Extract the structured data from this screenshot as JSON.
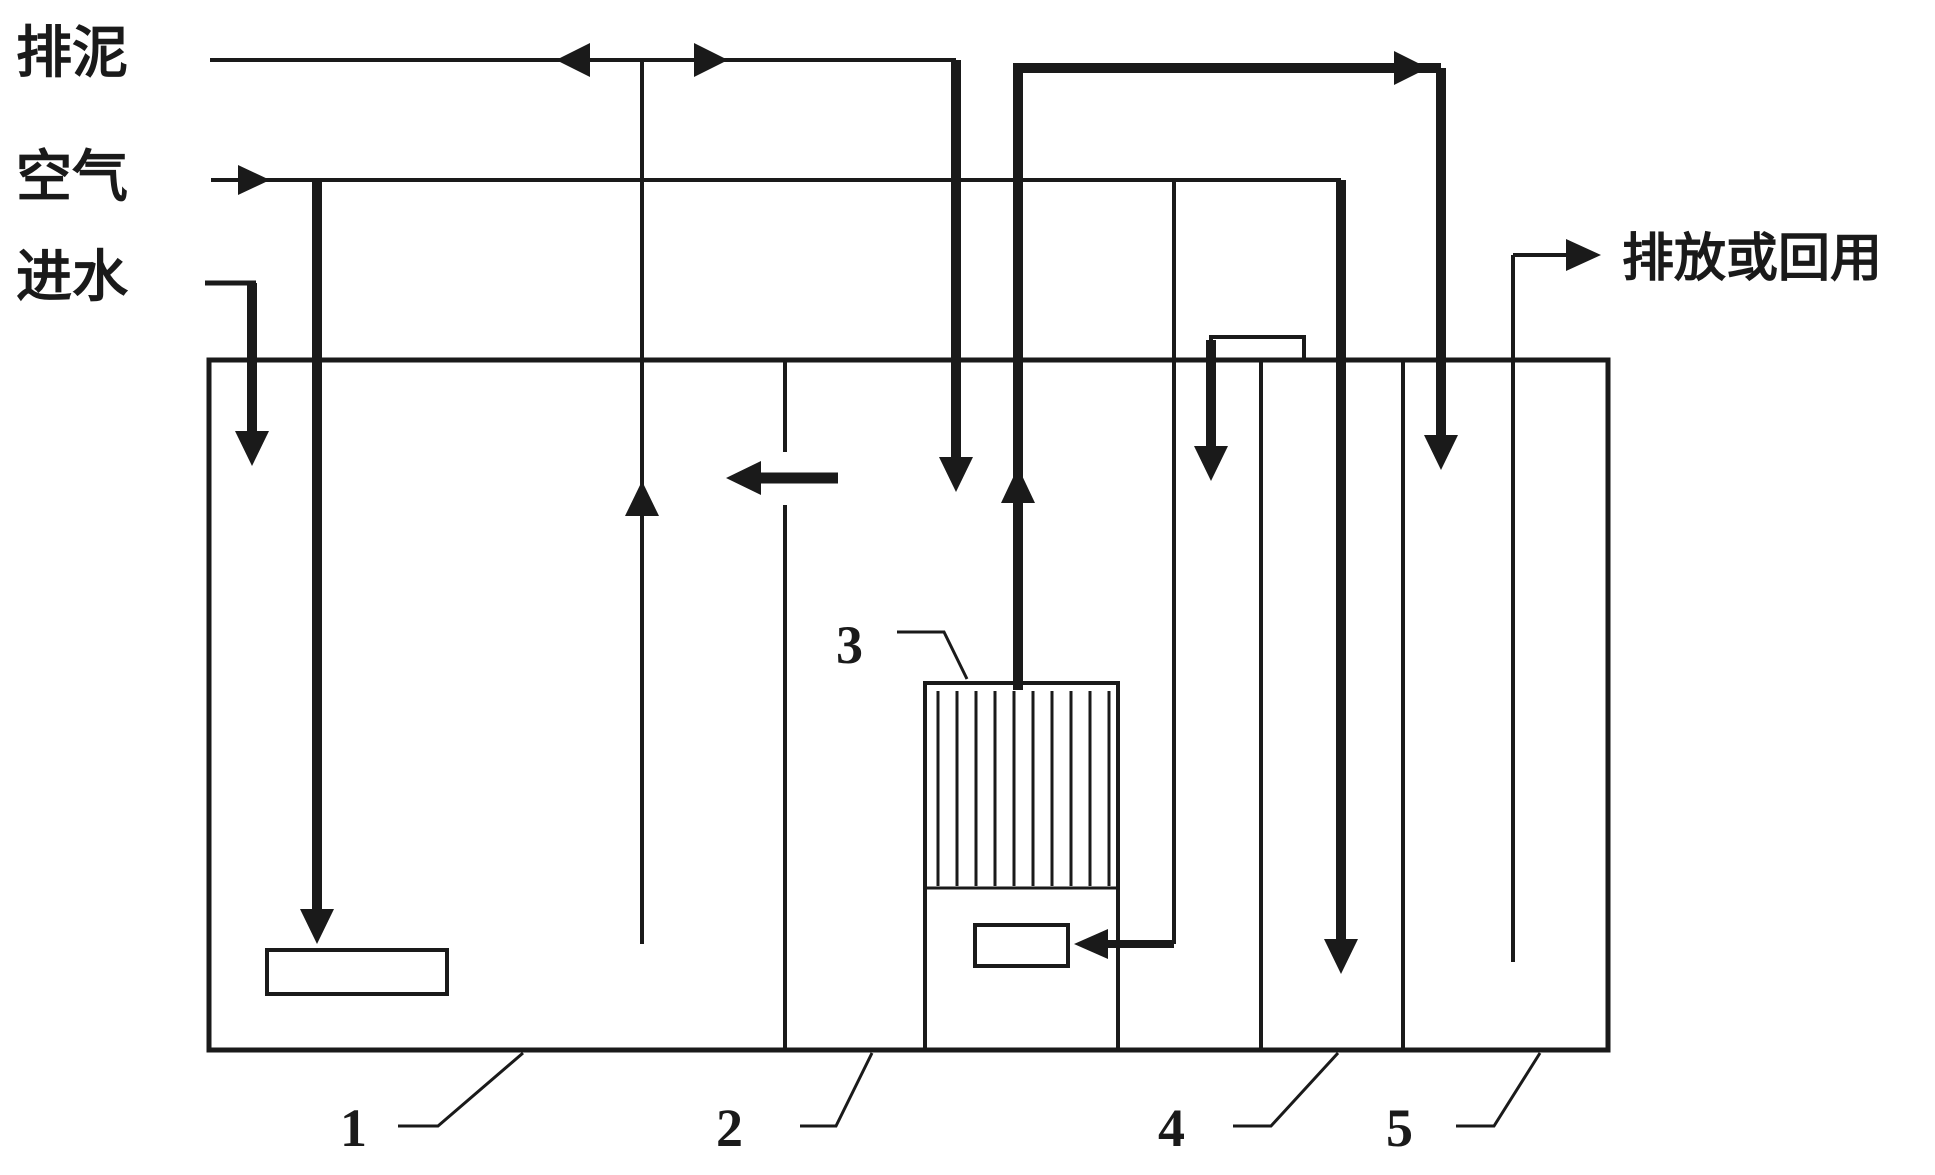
{
  "diagram": {
    "type": "wastewater-treatment-process-schematic",
    "ink_color": "#1a1a1a",
    "background_color": "#ffffff",
    "inputs": {
      "sludge_discharge": "排泥",
      "air": "空气",
      "influent": "进水"
    },
    "output": {
      "effluent": "排放或回用"
    },
    "zones": [
      {
        "label": "1"
      },
      {
        "label": "2"
      },
      {
        "label": "3"
      },
      {
        "label": "4"
      },
      {
        "label": "5"
      }
    ]
  }
}
